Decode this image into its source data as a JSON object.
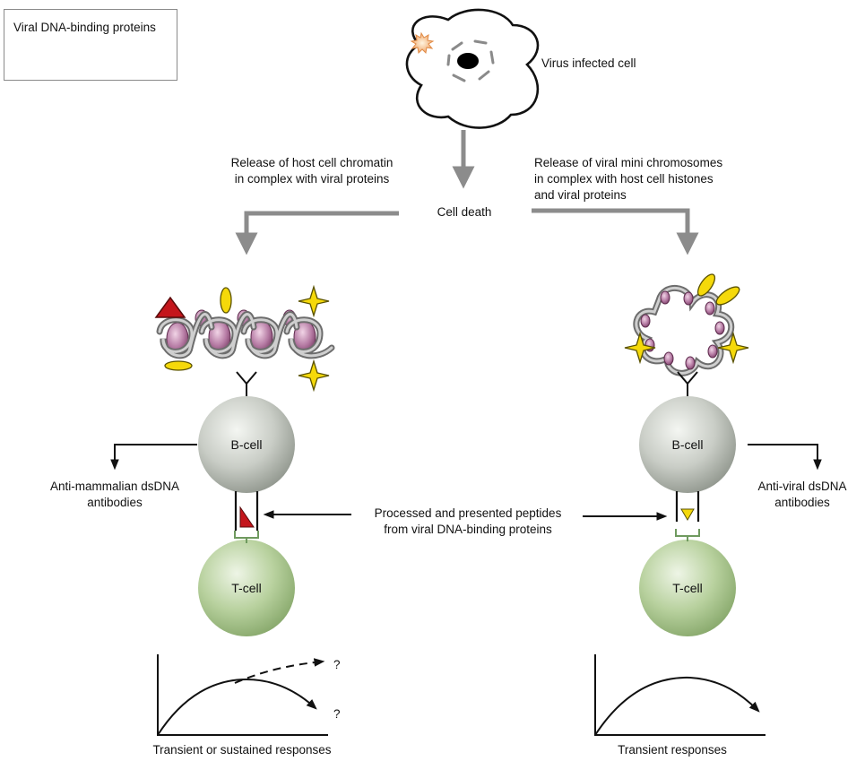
{
  "legend": {
    "title": "Viral DNA-binding proteins"
  },
  "infected_cell_label": "Virus infected cell",
  "cell_death_label": "Cell death",
  "left_release_label": [
    "Release of  host cell chromatin",
    "in complex with viral proteins"
  ],
  "right_release_label": [
    "Release of  viral mini chromosomes",
    "in complex with host cell histones",
    "and viral proteins"
  ],
  "left_bcell": "B-cell",
  "right_bcell": "B-cell",
  "left_tcell": "T-cell",
  "right_tcell": "T-cell",
  "left_antibody_label": [
    "Anti-mammalian dsDNA",
    "antibodies"
  ],
  "right_antibody_label": [
    "Anti-viral dsDNA",
    "antibodies"
  ],
  "peptides_label": [
    "Processed and presented peptides",
    "from viral DNA-binding proteins"
  ],
  "left_response": {
    "label": "Transient or sustained responses",
    "q_upper": "?",
    "q_lower": "?"
  },
  "right_response": {
    "label": "Transient responses"
  },
  "colors": {
    "arrow_gray": "#8c8c8c",
    "triangle_red": "#c4161c",
    "protein_yellow": "#f5d90a",
    "bcell_gray": "#b7bcb6",
    "tcell_green": "#a9c58f",
    "histone_pink": "#b47aa0",
    "receptor_green": "#6f9a5f"
  }
}
